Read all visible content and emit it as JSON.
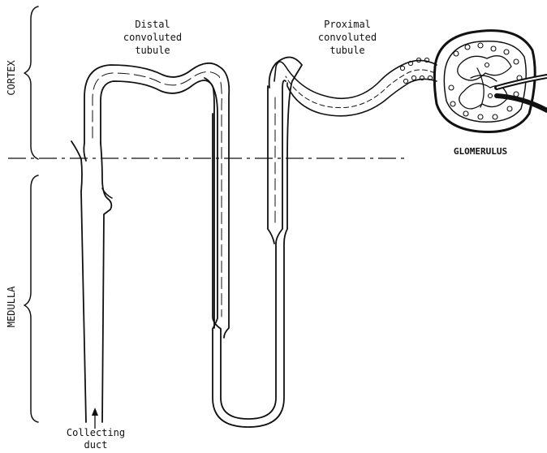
{
  "regions": {
    "cortex": "CORTEX",
    "medulla": "MEDULLA"
  },
  "labels": {
    "distal_line1": "Distal",
    "distal_line2": "convoluted",
    "distal_line3": "tubule",
    "proximal_line1": "Proximal",
    "proximal_line2": "convoluted",
    "proximal_line3": "tubule",
    "glomerulus": "GLOMERULUS",
    "collecting_line1": "Collecting",
    "collecting_line2": "duct"
  },
  "colors": {
    "ink": "#111111",
    "background": "#ffffff"
  }
}
